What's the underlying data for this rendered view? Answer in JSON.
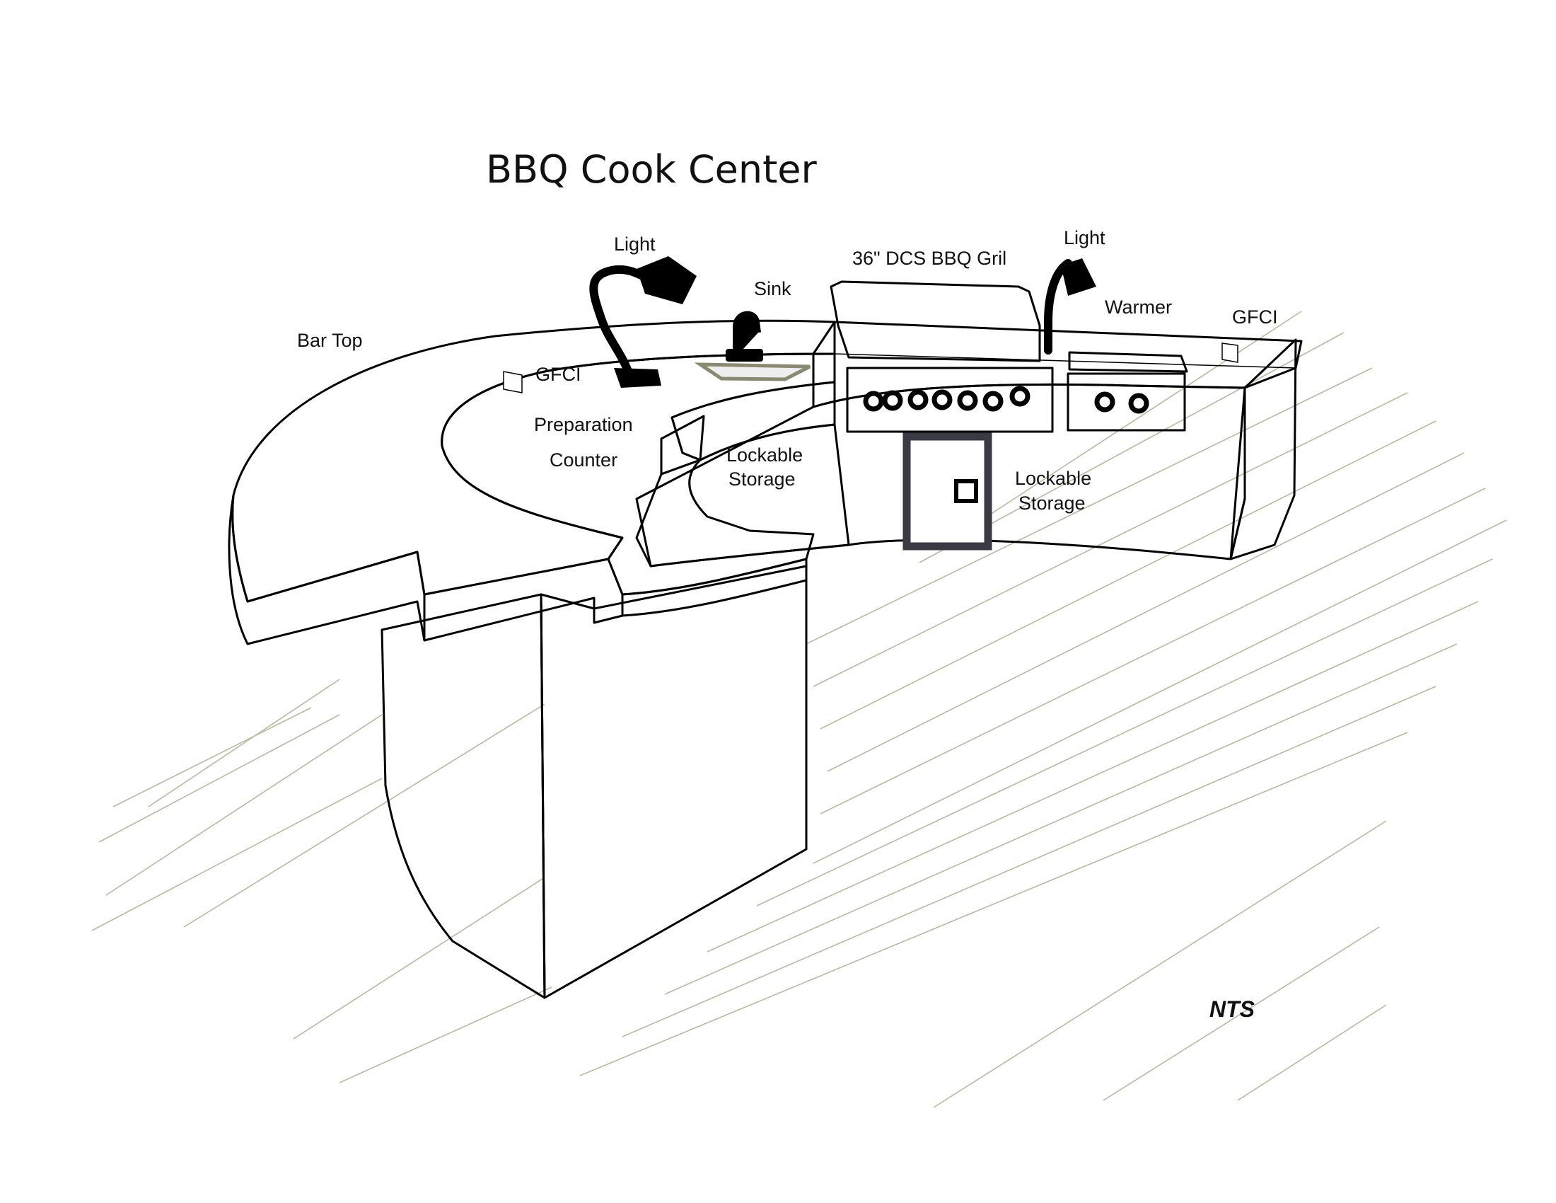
{
  "title": "BBQ Cook Center",
  "labels": {
    "light_left": "Light",
    "light_right": "Light",
    "sink": "Sink",
    "grill": "36\" DCS BBQ Gril",
    "warmer": "Warmer",
    "gfci_left": "GFCI",
    "gfci_right": "GFCI",
    "bar_top": "Bar Top",
    "prep_line1": "Preparation",
    "prep_line2": "Counter",
    "storage_left_line1": "Lockable",
    "storage_left_line2": "Storage",
    "storage_right_line1": "Lockable",
    "storage_right_line2": "Storage",
    "scale_note": "NTS"
  },
  "colors": {
    "line": "#000000",
    "floor_line": "#b9b9a0",
    "door_frame": "#3a3a44",
    "bar_top_pattern": "#555555",
    "tile_grid": "#9a9a9a",
    "sink_rim": "#8a8a70"
  }
}
